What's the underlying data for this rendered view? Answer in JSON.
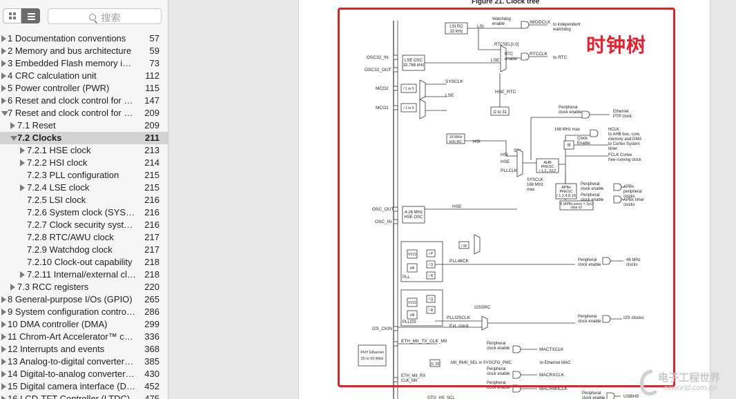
{
  "search": {
    "placeholder": "搜索"
  },
  "toc": [
    {
      "title": "1 Documentation conventions",
      "page": "57",
      "level": 1,
      "arrow": "right"
    },
    {
      "title": "2 Memory and bus architecture",
      "page": "59",
      "level": 1,
      "arrow": "right"
    },
    {
      "title": "3 Embedded Flash memory int…",
      "page": "73",
      "level": 1,
      "arrow": "right"
    },
    {
      "title": "4 CRC calculation unit",
      "page": "112",
      "level": 1,
      "arrow": "right"
    },
    {
      "title": "5 Power controller (PWR)",
      "page": "115",
      "level": 1,
      "arrow": "right"
    },
    {
      "title": "6 Reset and clock control for S…",
      "page": "147",
      "level": 1,
      "arrow": "right"
    },
    {
      "title": "7 Reset and clock control for S…",
      "page": "209",
      "level": 1,
      "arrow": "down"
    },
    {
      "title": "7.1 Reset",
      "page": "209",
      "level": 2,
      "arrow": "right"
    },
    {
      "title": "7.2 Clocks",
      "page": "211",
      "level": 2,
      "arrow": "down",
      "selected": true
    },
    {
      "title": "7.2.1 HSE clock",
      "page": "213",
      "level": 3,
      "arrow": "right"
    },
    {
      "title": "7.2.2 HSI clock",
      "page": "214",
      "level": 3,
      "arrow": "right"
    },
    {
      "title": "7.2.3 PLL configuration",
      "page": "215",
      "level": 3,
      "arrow": "none"
    },
    {
      "title": "7.2.4 LSE clock",
      "page": "215",
      "level": 3,
      "arrow": "right"
    },
    {
      "title": "7.2.5 LSI clock",
      "page": "216",
      "level": 3,
      "arrow": "none"
    },
    {
      "title": "7.2.6 System clock (SYSC…",
      "page": "216",
      "level": 3,
      "arrow": "none"
    },
    {
      "title": "7.2.7 Clock security syste…",
      "page": "216",
      "level": 3,
      "arrow": "none"
    },
    {
      "title": "7.2.8 RTC/AWU clock",
      "page": "217",
      "level": 3,
      "arrow": "none"
    },
    {
      "title": "7.2.9 Watchdog clock",
      "page": "217",
      "level": 3,
      "arrow": "none"
    },
    {
      "title": "7.2.10 Clock-out capability",
      "page": "218",
      "level": 3,
      "arrow": "none"
    },
    {
      "title": "7.2.11 Internal/external cl…",
      "page": "218",
      "level": 3,
      "arrow": "right"
    },
    {
      "title": "7.3 RCC registers",
      "page": "220",
      "level": 2,
      "arrow": "right"
    },
    {
      "title": "8 General-purpose I/Os (GPIO)",
      "page": "265",
      "level": 1,
      "arrow": "right"
    },
    {
      "title": "9 System configuration control…",
      "page": "286",
      "level": 1,
      "arrow": "right"
    },
    {
      "title": "10 DMA controller (DMA)",
      "page": "299",
      "level": 1,
      "arrow": "right"
    },
    {
      "title": "11 Chrom-Art Accelerator™ co…",
      "page": "336",
      "level": 1,
      "arrow": "right"
    },
    {
      "title": "12 Interrupts and events",
      "page": "368",
      "level": 1,
      "arrow": "right"
    },
    {
      "title": "13 Analog-to-digital converter…",
      "page": "385",
      "level": 1,
      "arrow": "right"
    },
    {
      "title": "14 Digital-to-analog converter…",
      "page": "430",
      "level": 1,
      "arrow": "right"
    },
    {
      "title": "15 Digital camera interface (D…",
      "page": "452",
      "level": 1,
      "arrow": "right"
    },
    {
      "title": "16 LCD-TFT Controller (LTDC)",
      "page": "475",
      "level": 1,
      "arrow": "right"
    }
  ],
  "page": {
    "figure_title": "Figure 21. Clock tree",
    "annotation": "时钟树",
    "diagram_labels": {
      "lsi_rc": [
        "LSI RC",
        "32 kHz"
      ],
      "lsi": "LSI",
      "watchdog_enable": [
        "Watchdog",
        "enable"
      ],
      "iwdgclk": "IWDGCLK",
      "to_iwdg": [
        "to independent",
        "watchdog"
      ],
      "rtcsel": "RTCSEL[1:0]",
      "rtc_enable": [
        "RTC",
        "enable"
      ],
      "rtcclk": "RTCCLK",
      "to_rtc": "to RTC",
      "osc32_in": "OSC32_IN",
      "osc32_out": "OSC32_OUT",
      "lse_osc": [
        "LSE OSC",
        "32.768 kHz"
      ],
      "lse": "LSE",
      "mco2": "MCO2",
      "mco1": "MCO1",
      "div_1to5": "/ 1 to 5",
      "sysclk": "SYSCLK",
      "lse_sig": "LSE",
      "hse_rtc": "HSE_RTC",
      "div_2to31": "/2 to 31",
      "hsi_rc": [
        "16 MHz",
        "HSI RC"
      ],
      "hsi": "HSI",
      "periph_enable": [
        "Peripheral",
        "clock enable"
      ],
      "eth_ptp": [
        "Ethernet",
        "PTP clock"
      ],
      "mhz168_max": "168 MHz max",
      "hclk": [
        "HCLK",
        "to AHB bus, core,",
        "memory and DMA"
      ],
      "clock_enable": [
        "Clock",
        "Enable"
      ],
      "div8": "/8",
      "to_systimer": [
        "to Cortex System",
        "timer"
      ],
      "fclk": [
        "FCLK Cortex",
        "free-running clock"
      ],
      "sw": "SW",
      "hsi_in": "HSI",
      "hse_in": "HSE",
      "pllclk": "PLLCLK",
      "ahb_presc": [
        "AHB",
        "PRESC",
        "/ 1,2,..512"
      ],
      "sysclk_168": [
        "SYSCLK",
        "168 MHz",
        "max"
      ],
      "apbx_presc": [
        "APBx",
        "PRESC",
        "/ 1,2,4,8,16"
      ],
      "apbx_clocks": [
        "APBx",
        "peripheral",
        "clocks"
      ],
      "apbx_timer": [
        "APBx timer",
        "clocks"
      ],
      "apbx_if": [
        "If (APBx presc = 1)x1",
        "else x2"
      ],
      "osc_out": "OSC_OUT",
      "osc_in": "OSC_IN",
      "hse_osc": [
        "4-26 MHz",
        "HSE OSC"
      ],
      "hse": "HSE",
      "div_m": "/ M",
      "vco": "VCO",
      "xn": "xN",
      "p": "/ P",
      "q": "/ Q",
      "r": "/ R",
      "pll": "PLL",
      "pll48ck": "PLL48CK",
      "mhz48": [
        "48 MHz",
        "clocks"
      ],
      "plli2s": "PLLI2S",
      "plli2sclk": "PLLI2SCLK",
      "i2ssrc": "I2SSRC",
      "ext_clock": "Ext. clock",
      "i2s_ckin": "I2S_CKIN",
      "i2s_clocks": "I2S clocks",
      "phy_eth": [
        "PHY Ethernet",
        "25 to 50 MHz"
      ],
      "eth_tx": "ETH_MII_TX_CLK_MII",
      "macttxclk": "MACTXCLK",
      "div_2_20": "/2, 20",
      "mii_rmii": "MII_RMII_SEL in SYSCFG_PMC",
      "to_eth_mac": "to Ethernet MAC",
      "eth_rx": [
        "ETH_MII_RX",
        "CLK_MII"
      ],
      "macrxclk": "MACRXCLK",
      "macrmiiclk": "MACRMIICLK",
      "usbhs": "USBHS",
      "otg_hs": "OTG_HS_SCL"
    }
  },
  "watermark": {
    "text": "电子工程世界",
    "url": "eeworld.com.cn"
  }
}
